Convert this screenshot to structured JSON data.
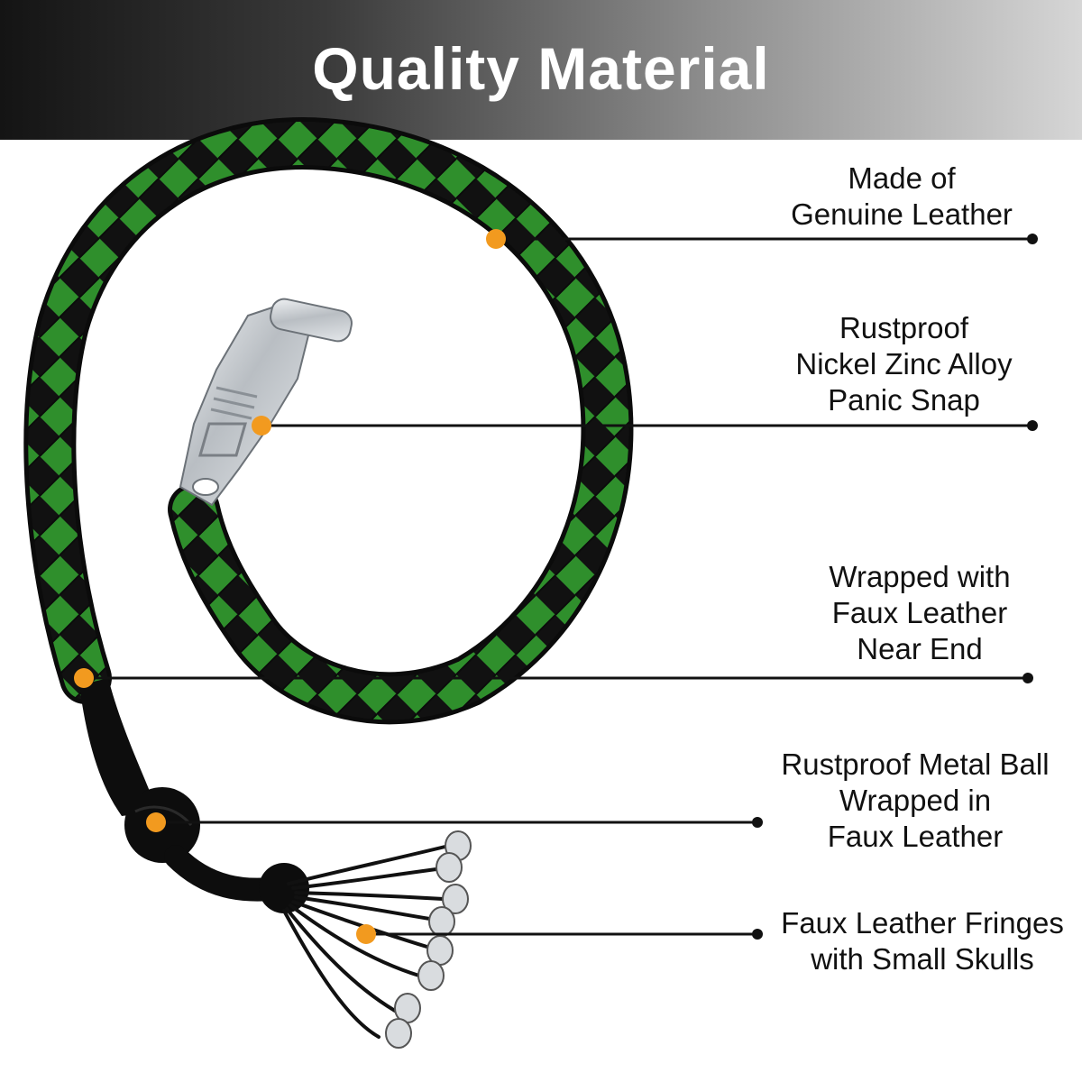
{
  "header": {
    "title": "Quality Material"
  },
  "colors": {
    "header_dark": "#141414",
    "header_light": "#d6d6d6",
    "braid_green": "#2f8f2c",
    "braid_black": "#111111",
    "marker_orange": "#f29a1f",
    "metal_silver": "#c8ccd0"
  },
  "callouts": [
    {
      "lines": [
        "Made of",
        "Genuine Leather"
      ]
    },
    {
      "lines": [
        "Rustproof",
        "Nickel Zinc Alloy",
        "Panic Snap"
      ]
    },
    {
      "lines": [
        "Wrapped with",
        "Faux Leather",
        "Near End"
      ]
    },
    {
      "lines": [
        "Rustproof Metal Ball",
        "Wrapped in",
        "Faux Leather"
      ]
    },
    {
      "lines": [
        "Faux Leather Fringes",
        "with Small Skulls"
      ]
    }
  ],
  "product": {
    "image": "braided-leather-get-back-whip-with-panic-snap",
    "icon": "skull-bead-icon"
  }
}
